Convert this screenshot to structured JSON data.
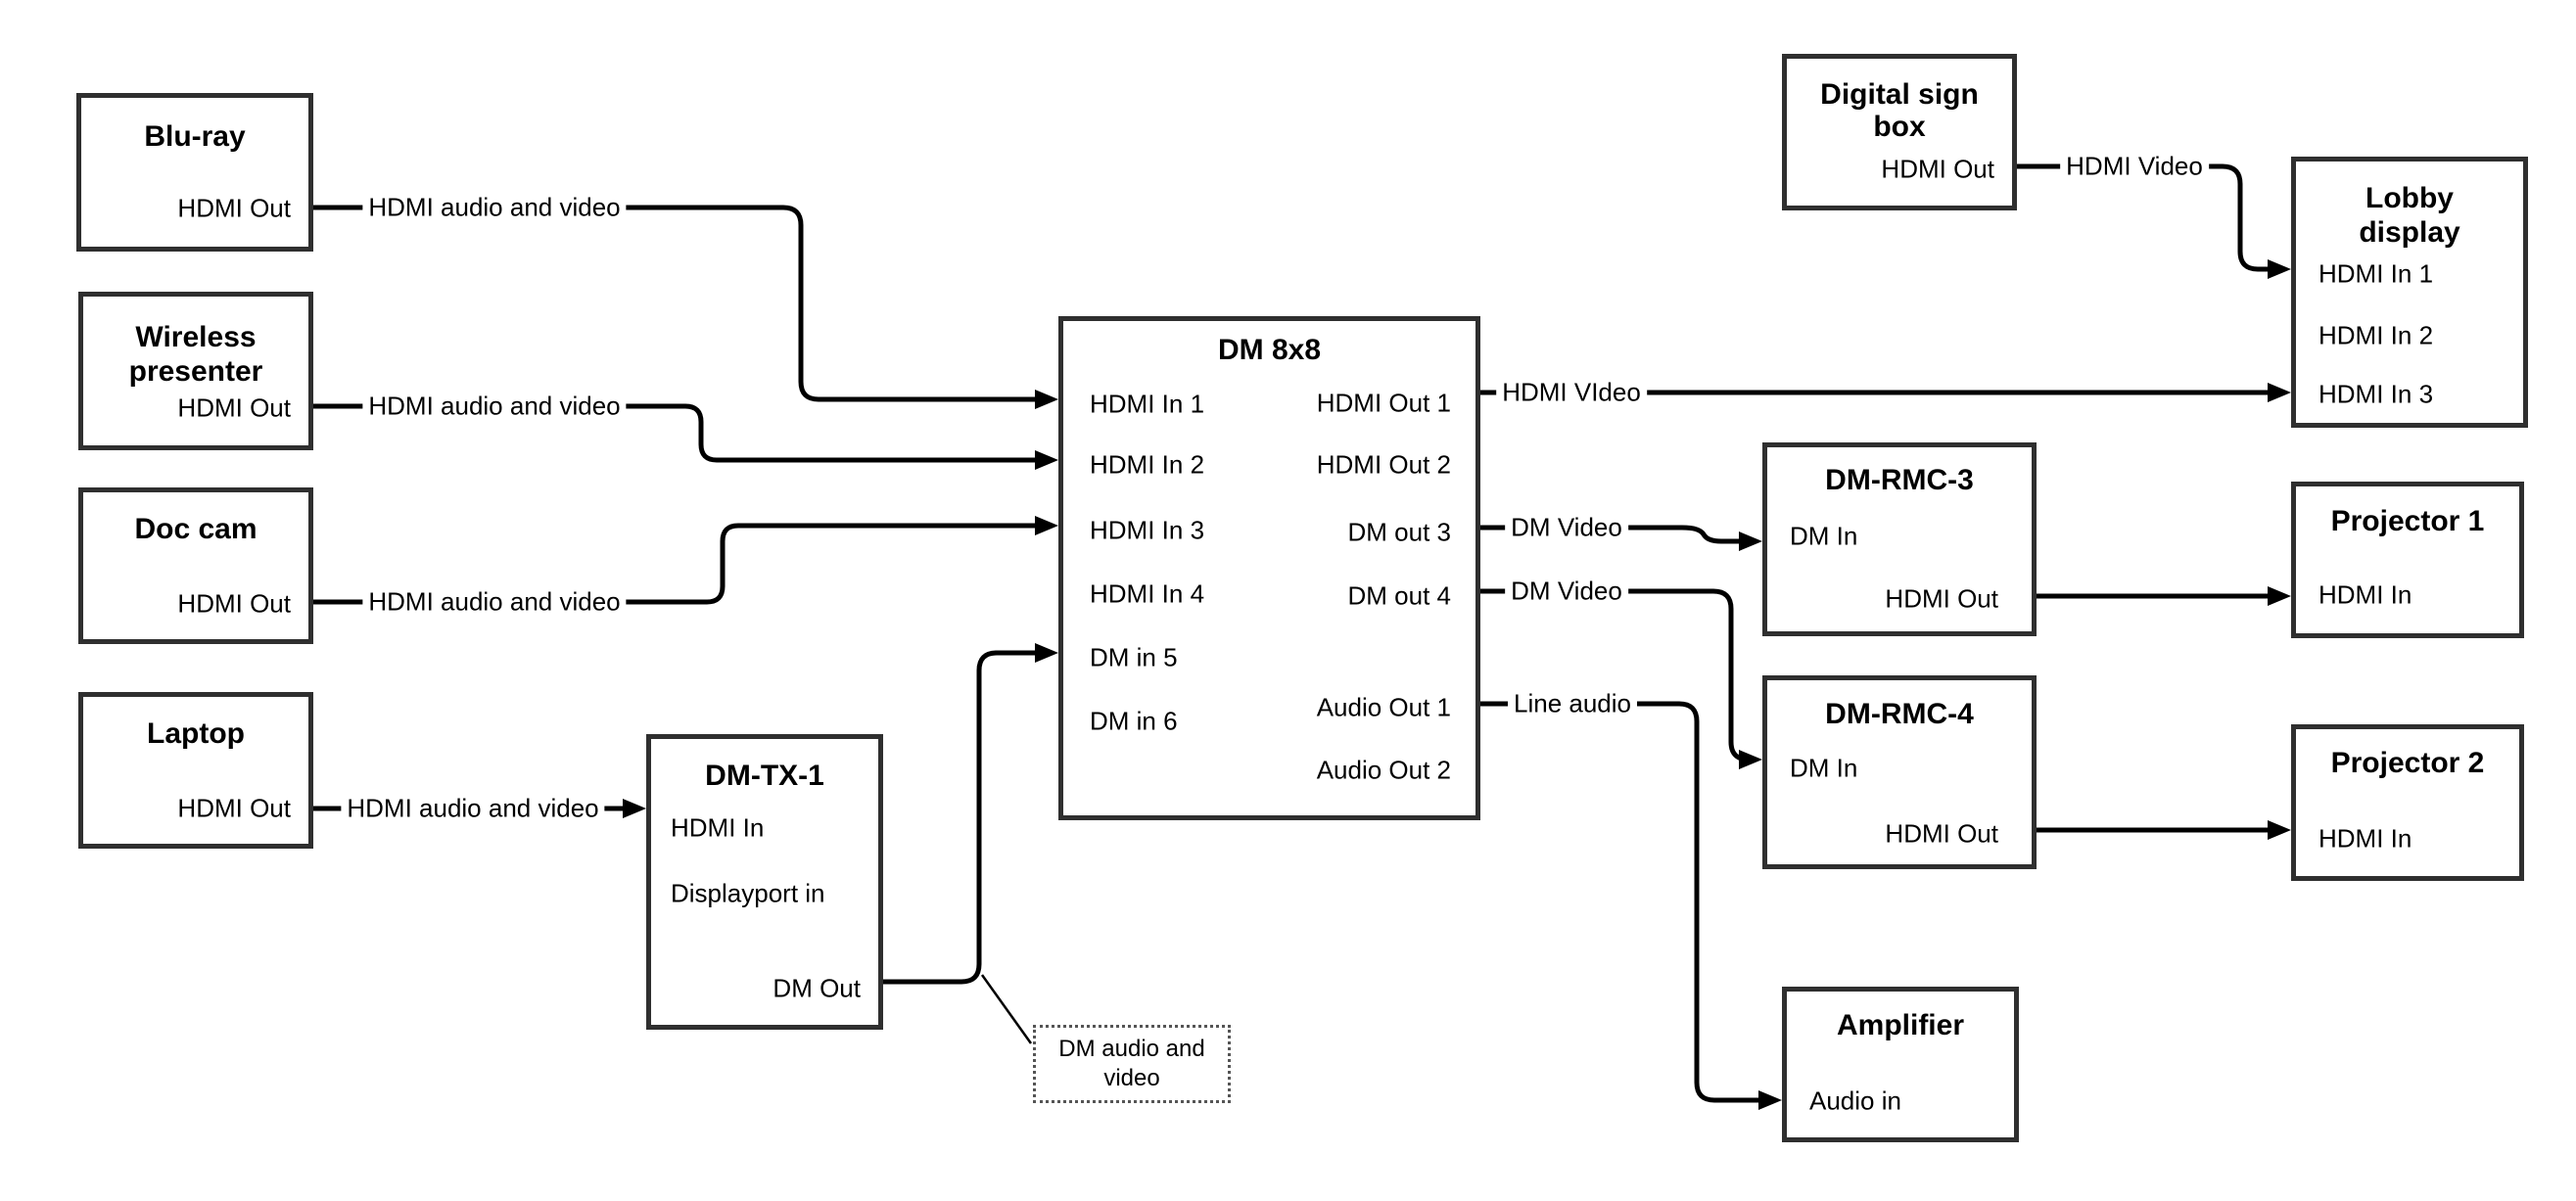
{
  "diagram": {
    "colors": {
      "wire": "#000000",
      "box_border": "#2f2f2f",
      "text": "#000000",
      "background": "#ffffff"
    },
    "nodes": {
      "bluray": {
        "title": "Blu-ray",
        "ports": {
          "hdmi_out": "HDMI Out"
        }
      },
      "wireless": {
        "title_line1": "Wireless",
        "title_line2": "presenter",
        "ports": {
          "hdmi_out": "HDMI Out"
        }
      },
      "doccam": {
        "title": "Doc cam",
        "ports": {
          "hdmi_out": "HDMI Out"
        }
      },
      "laptop": {
        "title": "Laptop",
        "ports": {
          "hdmi_out": "HDMI Out"
        }
      },
      "dmtx1": {
        "title": "DM-TX-1",
        "ports": {
          "hdmi_in": "HDMI In",
          "displayport_in": "Displayport in",
          "dm_out": "DM Out"
        }
      },
      "dm8x8": {
        "title": "DM 8x8",
        "ports": {
          "hdmi_in_1": "HDMI In 1",
          "hdmi_in_2": "HDMI In 2",
          "hdmi_in_3": "HDMI In 3",
          "hdmi_in_4": "HDMI In 4",
          "dm_in_5": "DM in 5",
          "dm_in_6": "DM in 6",
          "hdmi_out_1": "HDMI Out 1",
          "hdmi_out_2": "HDMI Out 2",
          "dm_out_3": "DM out 3",
          "dm_out_4": "DM out 4",
          "audio_out_1": "Audio Out 1",
          "audio_out_2": "Audio Out 2"
        }
      },
      "digital_sign": {
        "title_line1": "Digital sign",
        "title_line2": "box",
        "ports": {
          "hdmi_out": "HDMI Out"
        }
      },
      "lobby": {
        "title_line1": "Lobby",
        "title_line2": "display",
        "ports": {
          "hdmi_in_1": "HDMI In 1",
          "hdmi_in_2": "HDMI In 2",
          "hdmi_in_3": "HDMI In 3"
        }
      },
      "rmc3": {
        "title": "DM-RMC-3",
        "ports": {
          "dm_in": "DM In",
          "hdmi_out": "HDMI Out"
        }
      },
      "proj1": {
        "title": "Projector 1",
        "ports": {
          "hdmi_in": "HDMI In"
        }
      },
      "rmc4": {
        "title": "DM-RMC-4",
        "ports": {
          "dm_in": "DM In",
          "hdmi_out": "HDMI Out"
        }
      },
      "proj2": {
        "title": "Projector 2",
        "ports": {
          "hdmi_in": "HDMI In"
        }
      },
      "amp": {
        "title": "Amplifier",
        "ports": {
          "audio_in": "Audio in"
        }
      }
    },
    "edge_labels": {
      "bluray_dm8x8": "HDMI audio and video",
      "wireless_dm8x8": "HDMI audio and video",
      "doccam_dm8x8": "HDMI audio and video",
      "laptop_dmtx1": "HDMI audio and video",
      "hdmi_out_1": "HDMI VIdeo",
      "digital_sign": "HDMI Video",
      "dm_out_3": "DM Video",
      "dm_out_4": "DM Video",
      "audio_out_1": "Line audio"
    },
    "callout": {
      "line1": "DM audio and",
      "line2": "video"
    }
  }
}
